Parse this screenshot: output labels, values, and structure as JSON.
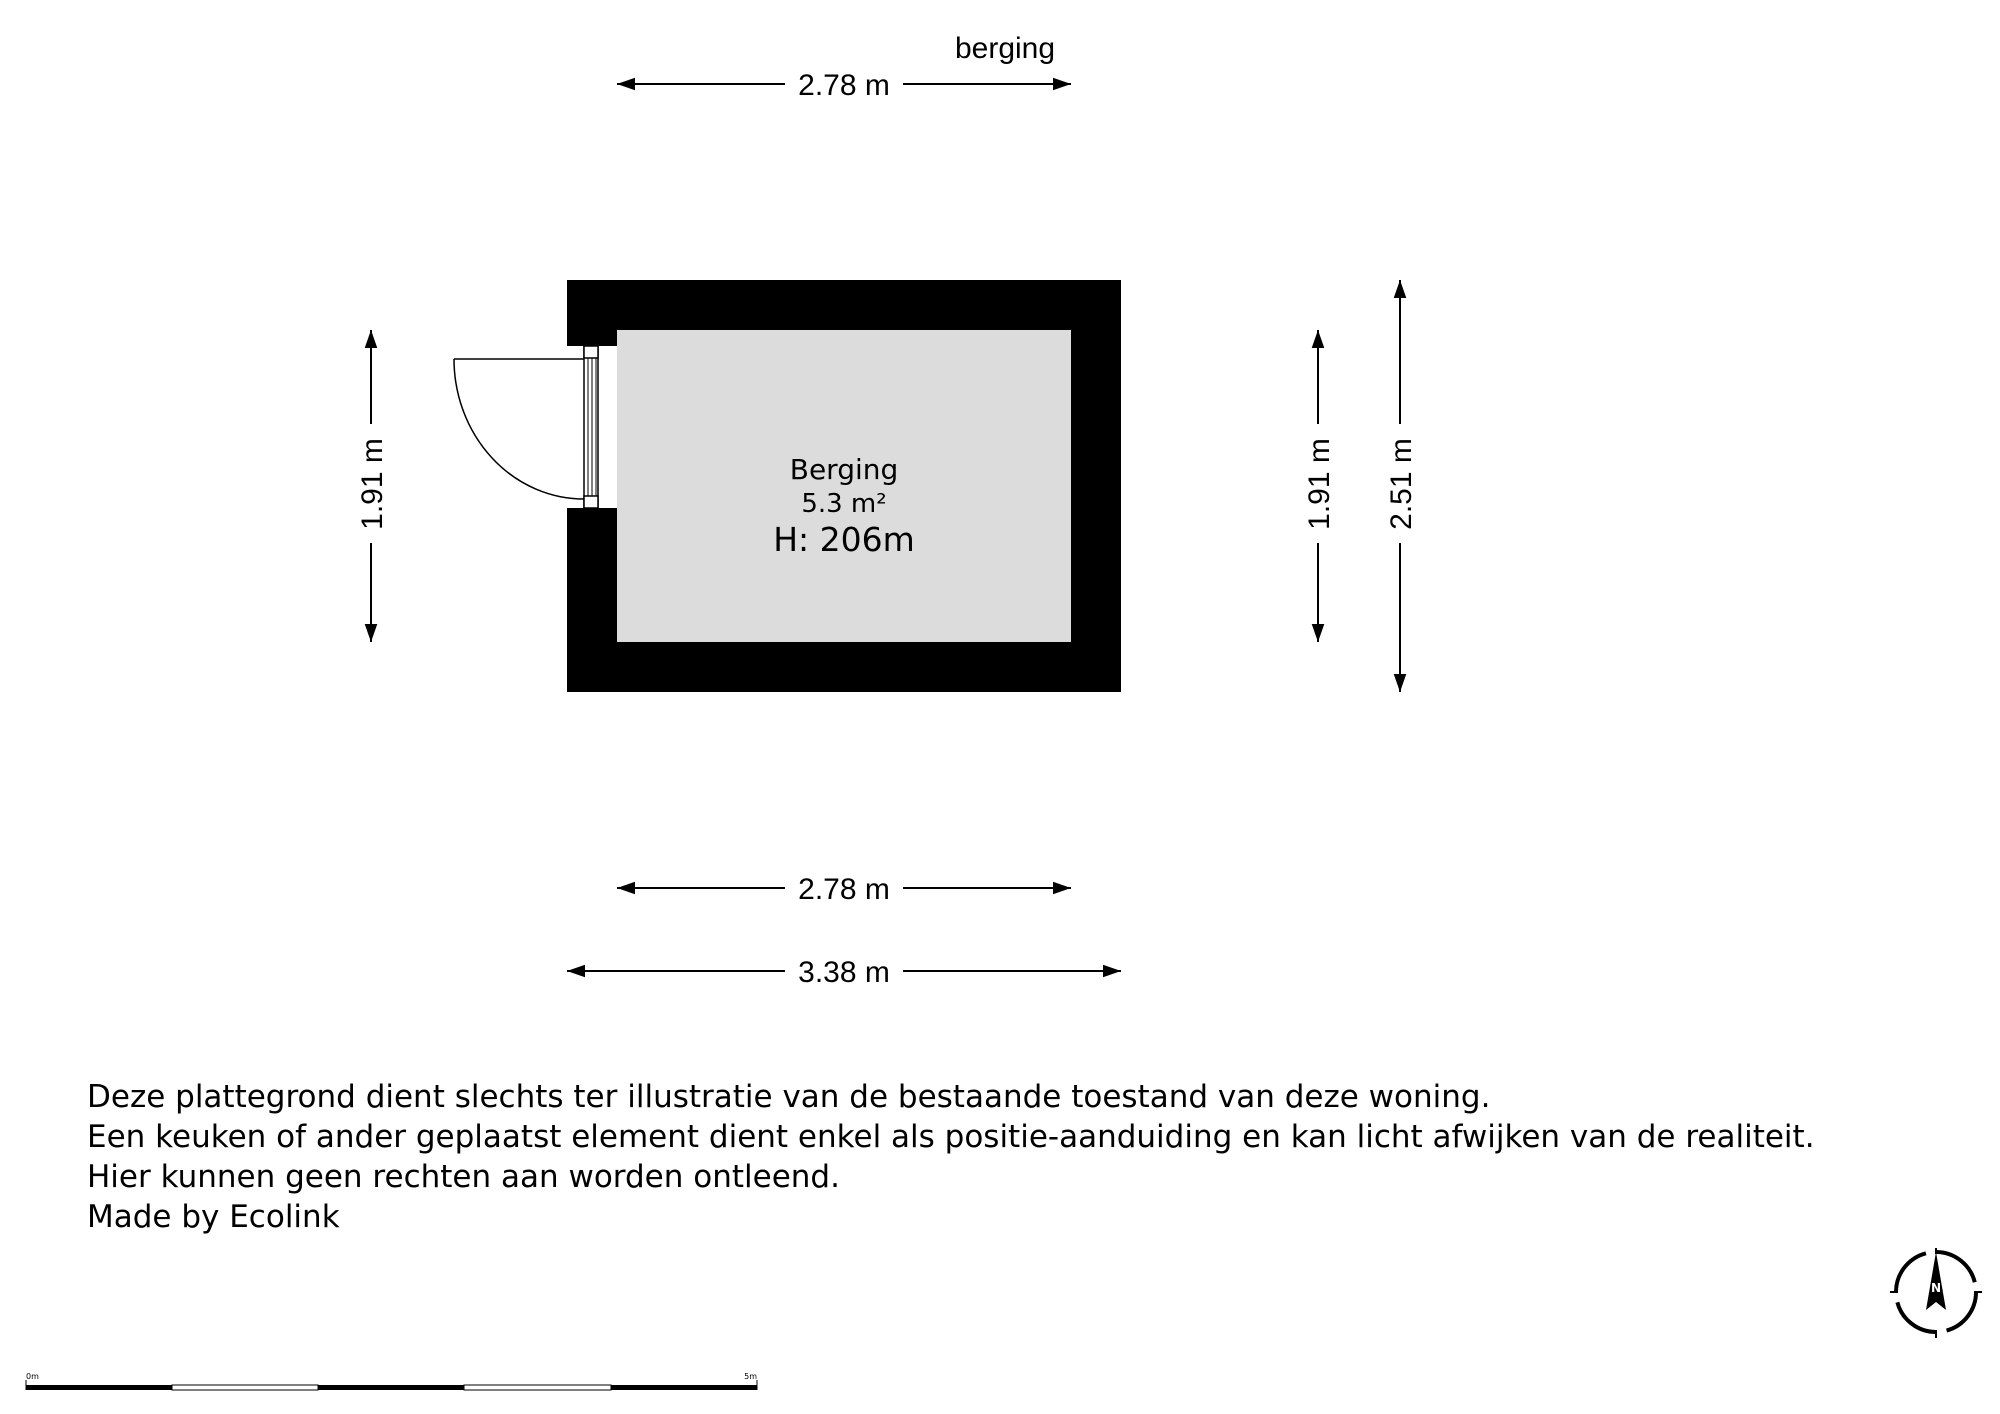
{
  "floor_label": "berging",
  "room": {
    "name": "Berging",
    "area": "5.3 m²",
    "height": "H: 206m"
  },
  "dimensions": {
    "top_width": "2.78 m",
    "left_height": "1.91 m",
    "right_inner_height": "1.91 m",
    "right_outer_height": "2.51 m",
    "bottom_inner_width": "2.78 m",
    "bottom_outer_width": "3.38 m"
  },
  "disclaimer": [
    "Deze plattegrond dient slechts ter illustratie van de bestaande toestand van deze woning.",
    "Een keuken of ander geplaatst element dient enkel als positie-aanduiding en kan licht afwijken van de realiteit.",
    "Hier kunnen geen rechten aan worden ontleend.",
    "Made by Ecolink"
  ],
  "compass": {
    "label": "N"
  },
  "scale_bar": {
    "start_label": "0m",
    "end_label": "5m"
  },
  "colors": {
    "wall": "#000000",
    "floor": "#dcdcdc",
    "background": "#ffffff"
  }
}
